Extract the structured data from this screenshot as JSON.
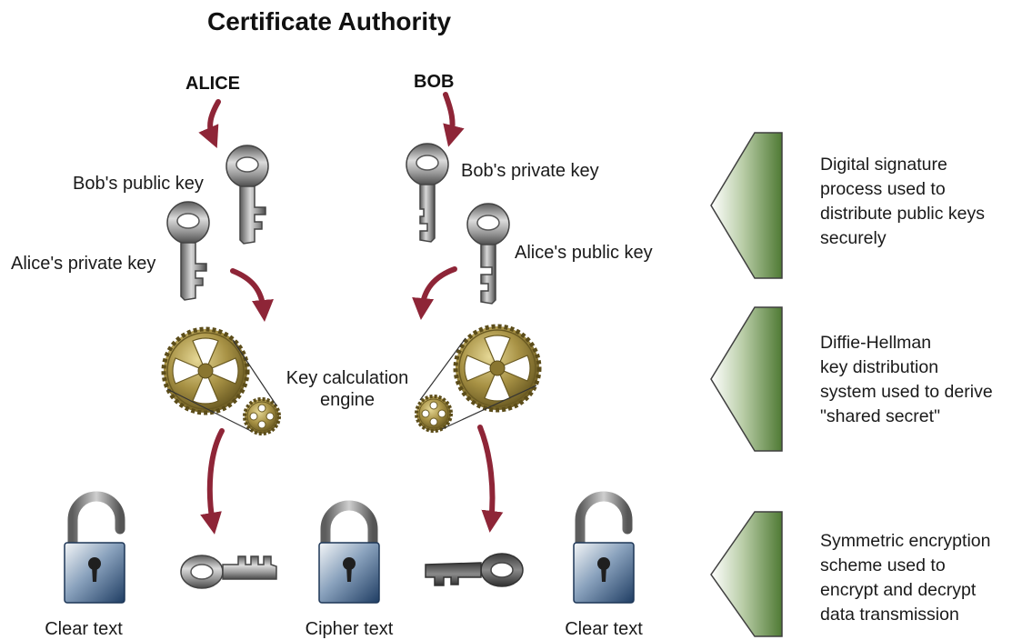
{
  "title": "Certificate Authority",
  "actors": {
    "alice": "ALICE",
    "bob": "BOB"
  },
  "keys": {
    "bob_public": "Bob's public key",
    "alice_private": "Alice's private key",
    "bob_private": "Bob's private key",
    "alice_public": "Alice's public key"
  },
  "engine": {
    "line1": "Key calculation",
    "line2": "engine"
  },
  "locks": {
    "left": "Clear text",
    "center": "Cipher text",
    "right": "Clear text"
  },
  "stages": [
    {
      "lines": [
        "Digital signature",
        "process used to",
        "distribute public keys",
        "securely"
      ]
    },
    {
      "lines": [
        "Diffie-Hellman",
        "key distribution",
        "system used to derive",
        "\"shared secret\""
      ]
    },
    {
      "lines": [
        "Symmetric encryption",
        "scheme used to",
        "encrypt and decrypt",
        "data transmission"
      ]
    }
  ],
  "colors": {
    "arrow": "#8e2537",
    "key_gray": "#8c8c8c",
    "gear_gold": "#9b8840",
    "lock_blue": "#2b4f78",
    "stage_green": "#5f8740"
  }
}
